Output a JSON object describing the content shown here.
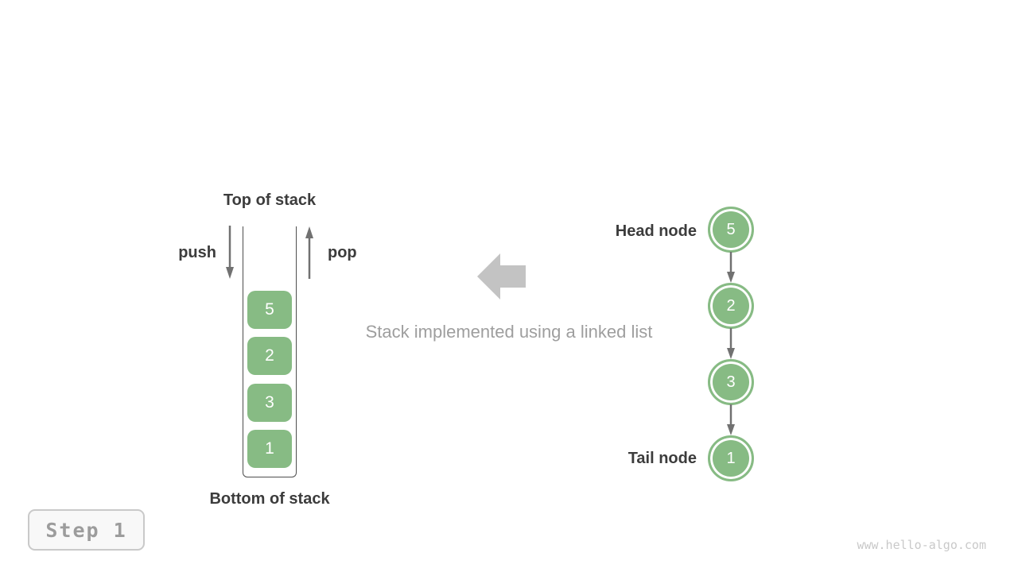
{
  "colors": {
    "green": "#87BB84",
    "dark-text": "#3C3C3C",
    "arrow-gray": "#717171",
    "wall": "#4E4E4E",
    "big-arrow": "#C3C3C3",
    "caption-gray": "#9E9E9E",
    "step-text": "#9C9C9C",
    "step-border": "#C9C9C9",
    "step-bg": "#F8F8F8",
    "watermark": "#C9C9C9"
  },
  "stack": {
    "top_label": "Top of stack",
    "bottom_label": "Bottom of stack",
    "push_label": "push",
    "pop_label": "pop",
    "items": [
      "5",
      "2",
      "3",
      "1"
    ]
  },
  "caption": "Stack implemented using a linked list",
  "linked_list": {
    "head_label": "Head node",
    "tail_label": "Tail node",
    "nodes": [
      "5",
      "2",
      "3",
      "1"
    ]
  },
  "step_badge": {
    "label": "Step 1"
  },
  "watermark": "www.hello-algo.com"
}
